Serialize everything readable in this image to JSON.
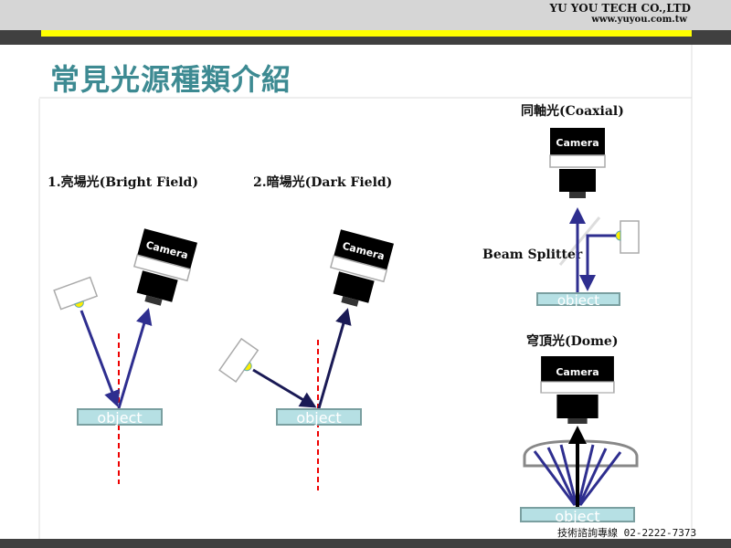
{
  "header": {
    "company": "YU YOU TECH CO.,LTD",
    "website": "www.yuyou.com.tw"
  },
  "title": "常見光源種類介紹",
  "diagrams": {
    "bright": {
      "label": "1.亮場光(Bright Field)",
      "camera": "Camera",
      "object": "object"
    },
    "dark": {
      "label": "2.暗場光(Dark Field)",
      "camera": "Camera",
      "object": "object"
    },
    "coaxial": {
      "label": "同軸光(Coaxial)",
      "camera": "Camera",
      "object": "object",
      "splitter": "Beam Splitter"
    },
    "dome": {
      "label": "穹頂光(Dome)",
      "camera": "Camera",
      "object": "object"
    }
  },
  "footer": {
    "hotline": "技術諮詢專線 02-2222-7373"
  },
  "colors": {
    "title": "#3d8a92",
    "accent": "#ffff00",
    "ray": "#2e2e8f",
    "object": "#b6e0e4"
  }
}
